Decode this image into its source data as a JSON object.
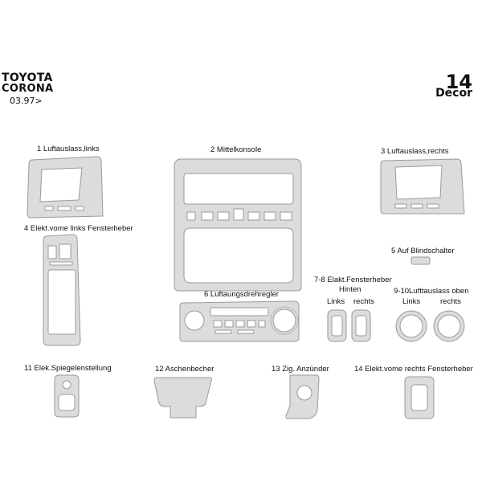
{
  "header": {
    "make": "TOYOTA",
    "model": "CORONA",
    "year": "03.97>",
    "piece_count": "14",
    "piece_count_label": "Decor"
  },
  "parts": [
    {
      "label": "1  Luftauslass,links"
    },
    {
      "label": "2  Mittelkonsole"
    },
    {
      "label": "3  Luftauslass,rechts"
    },
    {
      "label": "4  Elekt.vome links Fensterheber"
    },
    {
      "label": "5  Auf Blindschalter"
    },
    {
      "label": "6  Luftaungsdrehregler"
    },
    {
      "label": "7-8 Elakt.Fensterheber",
      "sub": "Hinten",
      "left": "Links",
      "right": "rechts"
    },
    {
      "label": "9-10Lufttauslass oben",
      "left": "Links",
      "right": "rechts"
    },
    {
      "label": "11  Elek.Spiegelenstellung"
    },
    {
      "label": "12  Aschenbecher"
    },
    {
      "label": "13  Zig. Anzünder"
    },
    {
      "label": "14  Elekt.vome rechts Fensterheber"
    }
  ],
  "colors": {
    "trim": "#dcdcdc",
    "outline": "#9a9a9a",
    "text": "#111111"
  }
}
